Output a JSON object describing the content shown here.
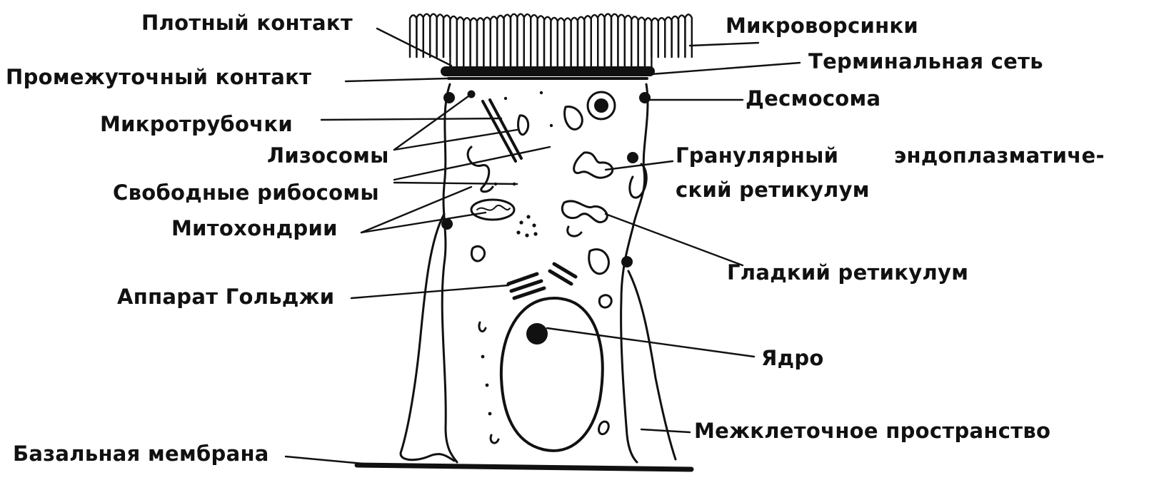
{
  "labels": {
    "tight_junction": "Плотный контакт",
    "intermediate_junction": "Промежуточный контакт",
    "microtubules": "Микротрубочки",
    "lysosomes": "Лизосомы",
    "free_ribosomes": "Свободные рибосомы",
    "mitochondria": "Митохондрии",
    "golgi": "Аппарат Гольджи",
    "basal_membrane": "Базальная мембрана",
    "microvilli": "Микроворсинки",
    "terminal_web": "Терминальная сеть",
    "desmosome": "Десмосома",
    "granular_er_line1_word1": "Гранулярный",
    "granular_er_line1_word2": "эндоплазматиче-",
    "granular_er_line2": "ский ретикулум",
    "smooth_er": "Гладкий ретикулум",
    "nucleus": "Ядро",
    "intercellular_space": "Межклеточное пространство"
  },
  "colors": {
    "ink": "#111111",
    "background": "#ffffff"
  }
}
